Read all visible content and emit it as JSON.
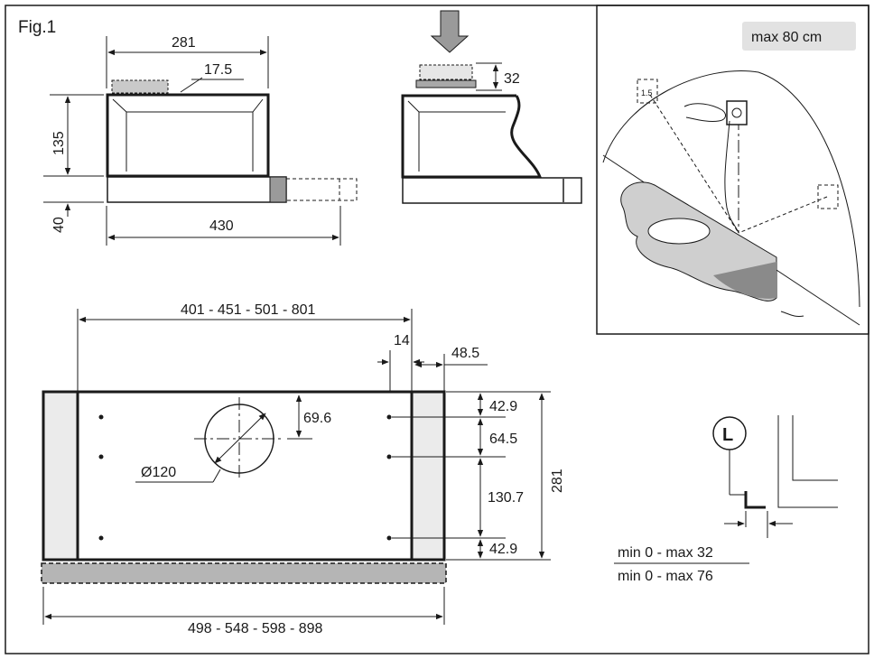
{
  "figure": {
    "label": "Fig.1"
  },
  "top_left_view": {
    "width_top": "281",
    "thickness": "17.5",
    "height": "135",
    "lower_height": "40",
    "depth": "430"
  },
  "top_middle_view": {
    "gap": "32"
  },
  "wall_view": {
    "max_distance": "max 80 cm"
  },
  "front_view": {
    "hole_spacing": "401 - 451 - 501 - 801",
    "side_offset": "14",
    "side_panel": "48.5",
    "hole_offset_1": "42.9",
    "vent_offset": "69.6",
    "hole_offset_2": "64.5",
    "vent_diameter": "Ø120",
    "hole_offset_3": "130.7",
    "total_depth": "281",
    "hole_offset_4": "42.9",
    "total_width": "498 - 548 - 598 - 898"
  },
  "clearance_view": {
    "symbol": "L",
    "min_max_1": "min 0 - max 32",
    "min_max_2": "min 0 - max 76"
  },
  "colors": {
    "panel_gray": "#c9c9c9",
    "frame": "#1a1a1a",
    "badge_bg": "#e2e2e2"
  }
}
